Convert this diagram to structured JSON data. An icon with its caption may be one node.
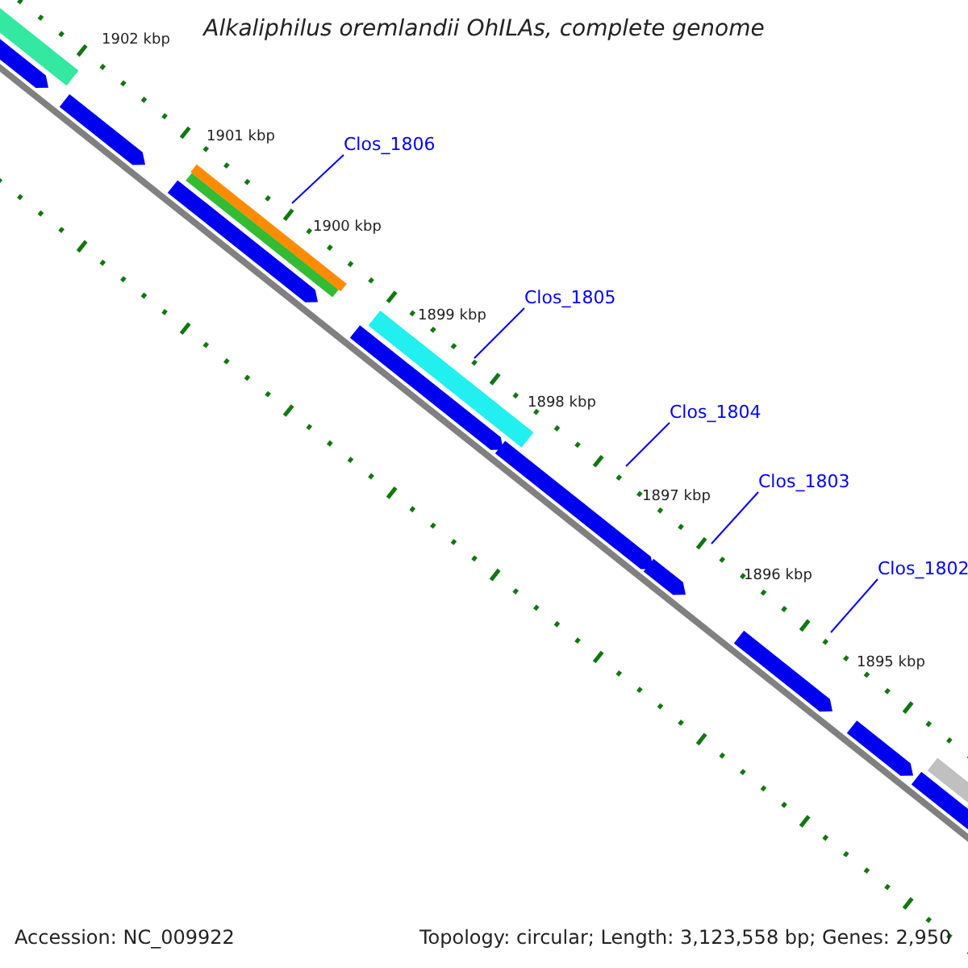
{
  "diagram": {
    "title": "Alkaliphilus oremlandii OhILAs, complete genome",
    "nodes": [
      {
        "text": [
          "Clos_1806"
        ]
      },
      {
        "text": [
          "Clos_1805"
        ]
      },
      {
        "text": [
          "Clos_1804"
        ]
      },
      {
        "text": [
          "Clos_1803"
        ]
      },
      {
        "text": [
          "Clos_1802"
        ]
      }
    ],
    "edges": [
      {
        "from": 0,
        "to": null,
        "arrow": "none"
      },
      {
        "from": 1,
        "to": null,
        "arrow": "none"
      },
      {
        "from": 2,
        "to": null,
        "arrow": "none"
      },
      {
        "from": 3,
        "to": null,
        "arrow": "none"
      },
      {
        "from": 4,
        "to": null,
        "arrow": "none"
      }
    ],
    "labels": [
      "1902 kbp",
      "1901 kbp",
      "1900 kbp",
      "1899 kbp",
      "1898 kbp",
      "1897 kbp",
      "1896 kbp",
      "1895 kbp",
      "Accession: NC_009922",
      "Topology: circular; Length: 3,123,558 bp; Genes: 2,950"
    ]
  }
}
